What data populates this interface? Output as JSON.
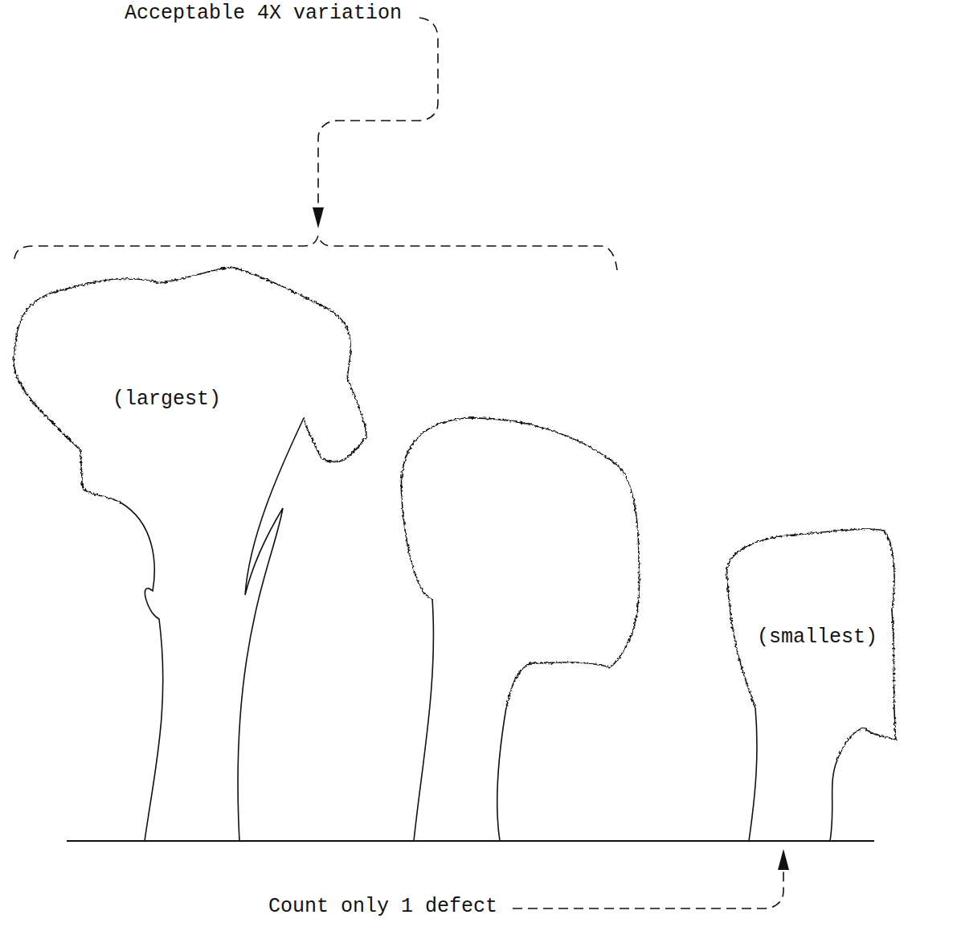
{
  "diagram": {
    "labels": [
      "Acceptable 4X variation",
      "(largest)",
      "(smallest)",
      "Count only 1 defect"
    ]
  }
}
